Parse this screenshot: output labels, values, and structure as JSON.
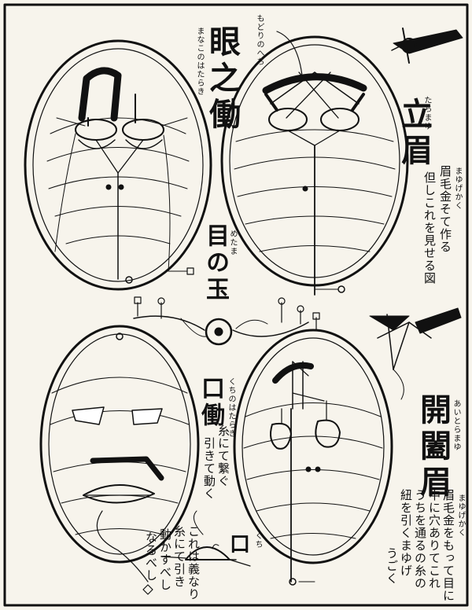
{
  "sections": {
    "eye_mechanism": {
      "title": "眼之働",
      "title_reading": "まなこのはたらき"
    },
    "eyeball": {
      "title": "目の玉",
      "title_reading": "めたま"
    },
    "standing_eyebrow": {
      "title": "立眉",
      "title_reading": "たちまゆ",
      "string_label": "もどりのへち",
      "note_reading": "まゆげかく",
      "note_columns": [
        "眉毛金そて作る",
        "但しこれを見せる図"
      ]
    },
    "mouth_mechanism": {
      "title": "口働",
      "title_reading": "くちのはたらき",
      "note_columns": [
        "糸にて繋ぐ",
        "引きて動く"
      ]
    },
    "mouth": {
      "label": "口",
      "label_reading": "くち"
    },
    "open_eyebrow": {
      "title": "開闔眉",
      "title_reading": "あいとらまゆ",
      "note_reading": "まゆげかく",
      "note_columns": [
        "眉毛金をもって目に",
        "中に穴ありてこれ",
        "うちを通るの糸の",
        "紐を引くまゆげ",
        "うごく"
      ]
    },
    "lower_left_note": {
      "columns": [
        "これは義なり",
        "糸にて引き",
        "動かすべし",
        "なるべし"
      ]
    }
  }
}
